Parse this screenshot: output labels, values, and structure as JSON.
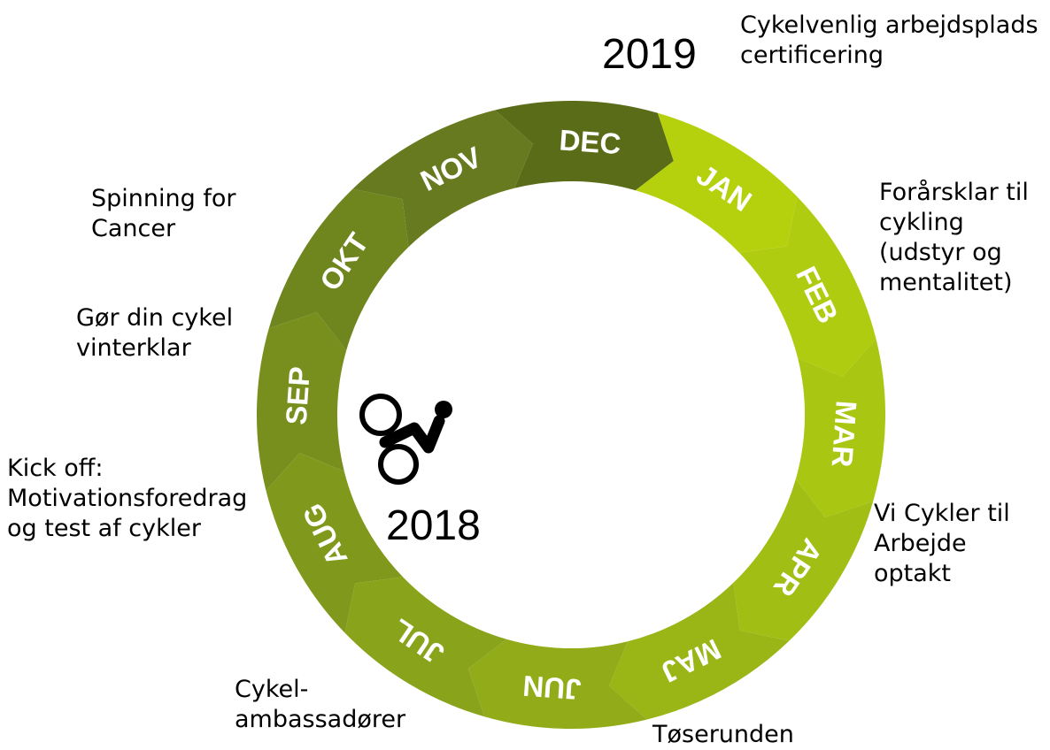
{
  "years": {
    "start": "2018",
    "end": "2019"
  },
  "months": [
    {
      "label": "JAN",
      "color": "#b5d10e"
    },
    {
      "label": "FEB",
      "color": "#b0cc10"
    },
    {
      "label": "MAR",
      "color": "#a9c612"
    },
    {
      "label": "APR",
      "color": "#a1be14"
    },
    {
      "label": "MAJ",
      "color": "#99b516"
    },
    {
      "label": "JUN",
      "color": "#91ac18"
    },
    {
      "label": "JUL",
      "color": "#89a31a"
    },
    {
      "label": "AUG",
      "color": "#80991c"
    },
    {
      "label": "SEP",
      "color": "#788f1d"
    },
    {
      "label": "OKT",
      "color": "#6f851e"
    },
    {
      "label": "NOV",
      "color": "#677a1f"
    },
    {
      "label": "DEC",
      "color": "#5b6c18"
    }
  ],
  "annotations": {
    "jan": "Cykelvenlig arbejdsplads\ncertificering",
    "feb_mar": "Forårsklar til\ncykling\n(udstyr og\nmentalitet)",
    "apr_maj": "Vi Cykler til\nArbejde\noptakt",
    "jun": "Tøserunden",
    "jul_aug": "Cykel-\nambassadører",
    "sep": "Kick off:\nMotivationsforedrag\nog test af cykler",
    "okt": "Gør din cykel\nvinterklar",
    "nov": "Spinning for\nCancer"
  },
  "center_icon": "cyclist-icon"
}
